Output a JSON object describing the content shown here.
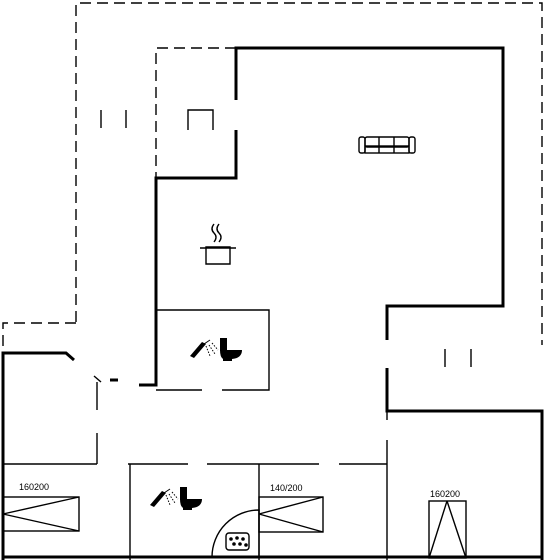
{
  "rooms": {
    "bedroom_1": {
      "bed_size": "160200"
    },
    "bedroom_2": {
      "bed_size": "140/200"
    },
    "bedroom_3": {
      "bed_size": "160200"
    }
  },
  "icons": {
    "living": "sofa-icon",
    "kitchen": "cooking-pot-icon",
    "bathroom_1": "shower-toilet-icon",
    "bathroom_2": "shower-toilet-icon",
    "spa": "whirlpool-icon"
  },
  "colors": {
    "line": "#000000",
    "background": "#ffffff"
  }
}
